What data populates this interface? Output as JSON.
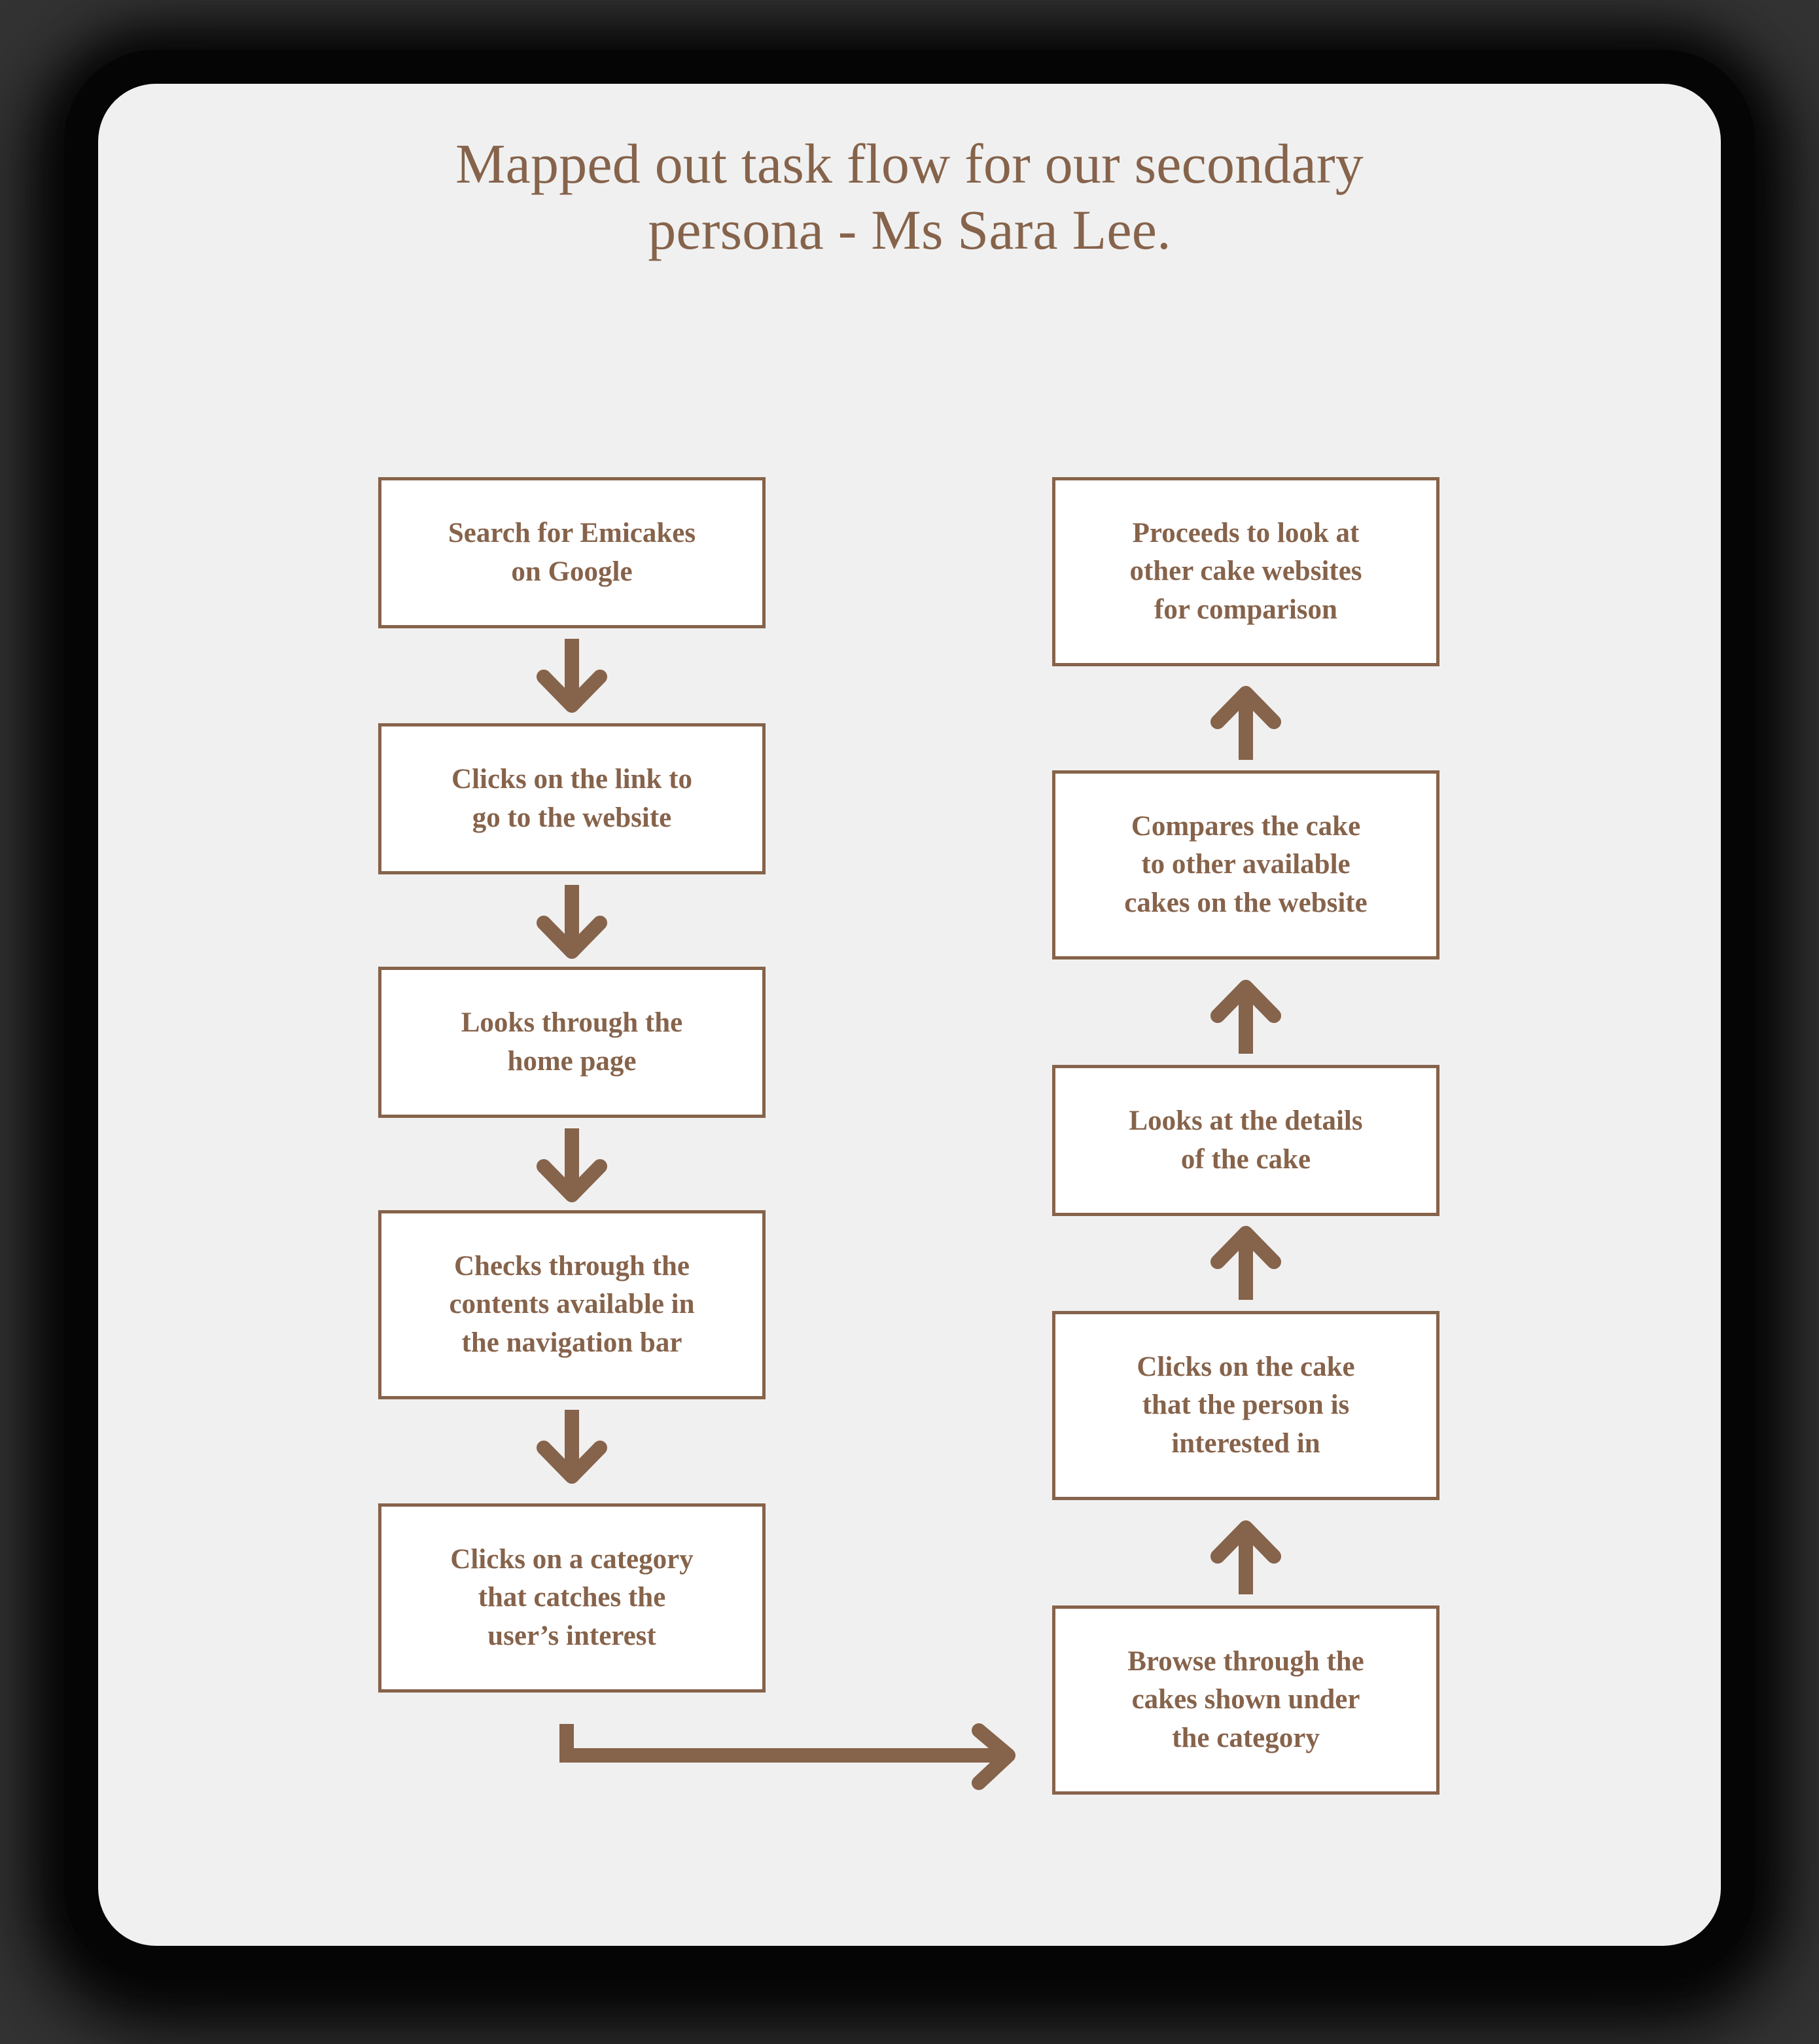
{
  "theme": {
    "backdrop_color": "#333333",
    "card_color": "#f0f0f0",
    "accent_color": "#86634b",
    "box_fill_color": "#ffffff"
  },
  "header": {
    "title_line_1": "Mapped out task flow for our secondary",
    "title_line_2": "persona - Ms Sara Lee."
  },
  "flow": {
    "left_column": [
      {
        "id": "search-google",
        "label": "Search for Emicakes\non Google"
      },
      {
        "id": "click-link",
        "label": "Clicks on the link to\ngo to the website"
      },
      {
        "id": "look-home-page",
        "label": "Looks through the\nhome page"
      },
      {
        "id": "check-nav-bar",
        "label": "Checks through the\ncontents available in\nthe navigation bar"
      },
      {
        "id": "click-category",
        "label": "Clicks on a category\nthat catches the\nuser’s interest"
      }
    ],
    "right_column": [
      {
        "id": "other-websites",
        "label": "Proceeds to look at\nother cake websites\nfor comparison"
      },
      {
        "id": "compare-cakes",
        "label": "Compares the cake\nto other available\ncakes on the website"
      },
      {
        "id": "cake-details",
        "label": "Looks at the details\nof the cake"
      },
      {
        "id": "click-cake",
        "label": "Clicks on the cake\nthat the person is\ninterested in"
      },
      {
        "id": "browse-cakes",
        "label": "Browse through the\ncakes shown under\nthe category"
      }
    ],
    "connectors": [
      {
        "id": "arrow-search-to-link",
        "direction": "down"
      },
      {
        "id": "arrow-link-to-home",
        "direction": "down"
      },
      {
        "id": "arrow-home-to-nav",
        "direction": "down"
      },
      {
        "id": "arrow-nav-to-category",
        "direction": "down"
      },
      {
        "id": "arrow-category-to-browse",
        "direction": "right-elbow"
      },
      {
        "id": "arrow-browse-to-click-cake",
        "direction": "up"
      },
      {
        "id": "arrow-click-cake-to-details",
        "direction": "up"
      },
      {
        "id": "arrow-details-to-compare",
        "direction": "up"
      },
      {
        "id": "arrow-compare-to-other",
        "direction": "up"
      }
    ]
  }
}
